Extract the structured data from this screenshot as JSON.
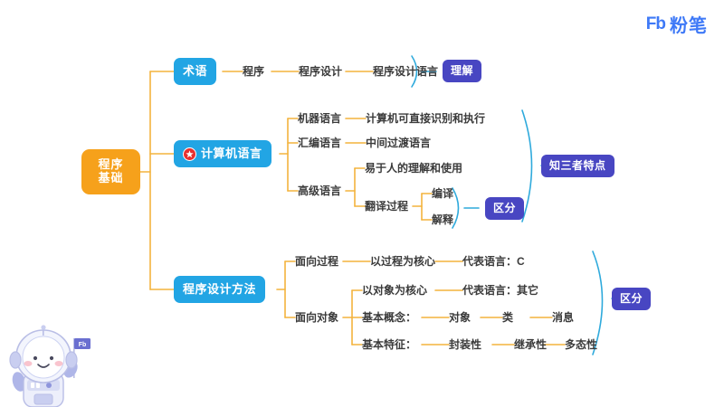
{
  "brand": {
    "mark": "Fb",
    "name": "粉笔",
    "color": "#3E79F7",
    "mascot_flag_label": "Fb"
  },
  "palette": {
    "root": "#F6A11B",
    "branch": "#22A5E4",
    "tag": "#4846C2",
    "line": "#F3B33D",
    "brace": "#2FAADC",
    "text": "#3b3b3b",
    "badge": "#E8302E"
  },
  "mindmap": {
    "root": {
      "line1": "程序",
      "line2": "基础"
    },
    "branches": [
      {
        "id": "terminology",
        "label": "术语",
        "badge": null,
        "chain": [
          "程序",
          "程序设计",
          "程序设计语言"
        ],
        "tag": "理解"
      },
      {
        "id": "computer-language",
        "label": "计算机语言",
        "badge": "star-icon",
        "items": [
          {
            "label": "机器语言",
            "detail": "计算机可直接识别和执行"
          },
          {
            "label": "汇编语言",
            "detail": "中间过渡语言"
          },
          {
            "label": "高级语言",
            "sub": [
              "易于人的理解和使用",
              "翻译过程"
            ]
          }
        ],
        "translation_children": [
          "编译",
          "解释"
        ],
        "inner_tag": "区分",
        "tag": "知三者特点"
      },
      {
        "id": "design-method",
        "label": "程序设计方法",
        "badge": null,
        "items": [
          {
            "label": "面向过程",
            "chain": [
              "以过程为核心",
              "代表语言：C"
            ]
          },
          {
            "label": "面向对象",
            "rows": [
              [
                "以对象为核心",
                "代表语言：其它"
              ],
              [
                "基本概念：",
                "对象",
                "类",
                "消息"
              ],
              [
                "基本特征：",
                "封装性",
                "继承性",
                "多态性"
              ]
            ]
          }
        ],
        "tag": "区分"
      }
    ]
  }
}
